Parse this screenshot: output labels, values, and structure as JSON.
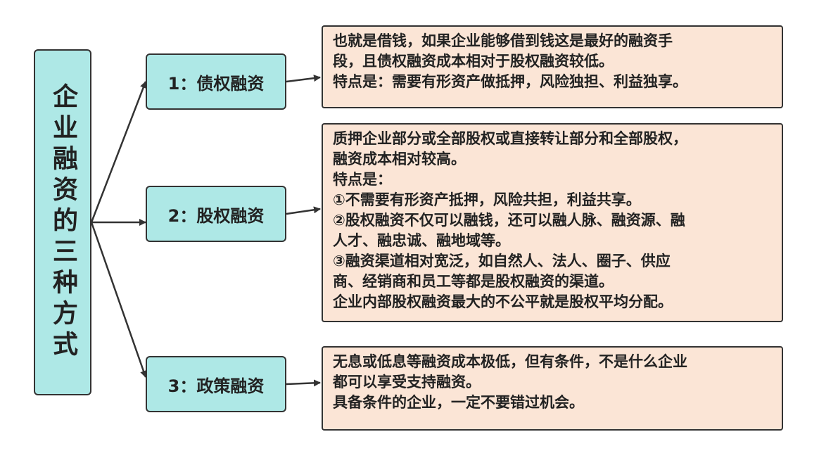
{
  "root": {
    "title": "企业融资的三种方式"
  },
  "methods": [
    {
      "label": "1：债权融资",
      "description": [
        "也就是借钱，如果企业能够借到钱这是最好的融资手",
        "段，且债权融资成本相对于股权融资较低。",
        "特点是：需要有形资产做抵押，风险独担、利益独享。"
      ]
    },
    {
      "label": "2：股权融资",
      "description": [
        "质押企业部分或全部股权或直接转让部分和全部股权，",
        "融资成本相对较高。",
        "特点是：",
        "①不需要有形资产抵押，风险共担，利益共享。",
        "②股权融资不仅可以融钱，还可以融人脉、融资源、融",
        "人才、融忠诚、融地域等。",
        "③融资渠道相对宽泛，如自然人、法人、圈子、供应",
        "商、经销商和员工等都是股权融资的渠道。",
        "企业内部股权融资最大的不公平就是股权平均分配。"
      ]
    },
    {
      "label": "3：政策融资",
      "description": [
        "无息或低息等融资成本极低，但有条件，不是什么企业",
        "都可以享受支持融资。",
        "具备条件的企业，一定不要错过机会。"
      ]
    }
  ],
  "colors": {
    "node_fill": "#aee8e6",
    "desc_fill": "#fbe5d6",
    "stroke": "#333333"
  }
}
